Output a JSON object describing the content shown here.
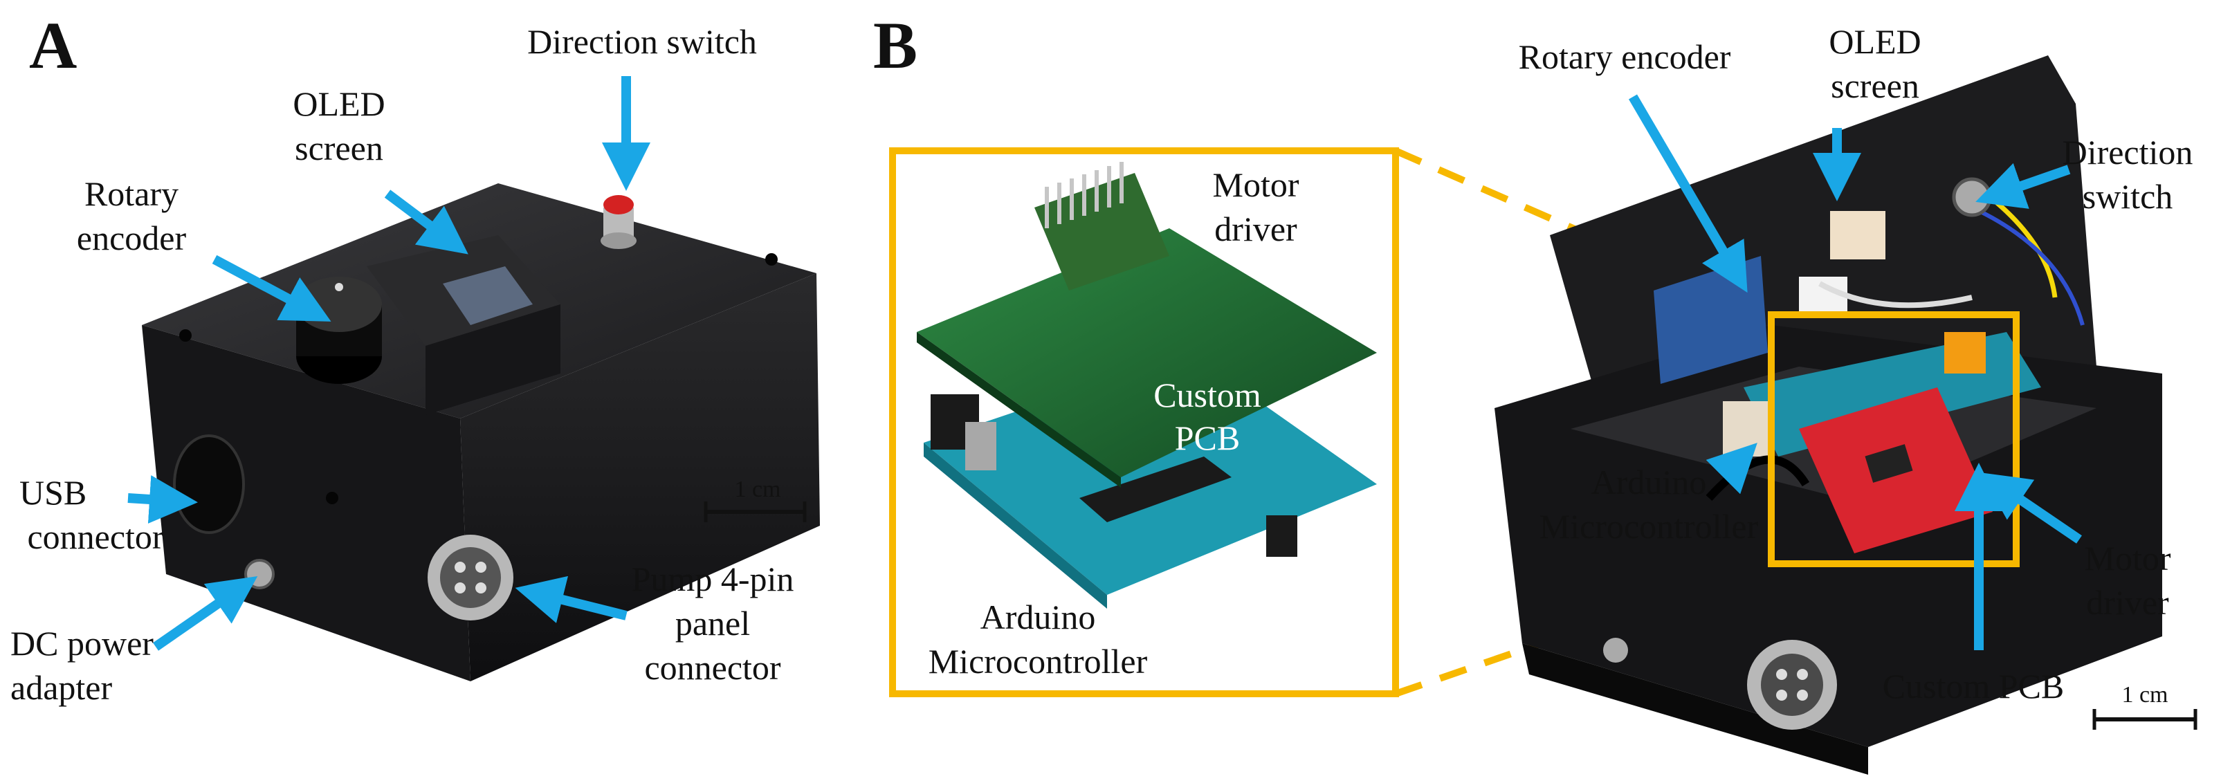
{
  "panels": {
    "a": "A",
    "b": "B"
  },
  "panel_a": {
    "labels": {
      "direction_switch": "Direction  switch",
      "oled_screen": [
        "OLED",
        "screen"
      ],
      "rotary_encoder": [
        "Rotary",
        "encoder"
      ],
      "usb_connector": [
        "USB",
        "connector"
      ],
      "dc_power": [
        "DC power",
        "adapter"
      ],
      "pump_connector": [
        "Pump 4-pin",
        "panel",
        "connector"
      ]
    },
    "scale": "1 cm"
  },
  "panel_b": {
    "inset": {
      "motor_driver": [
        "Motor",
        "driver"
      ],
      "custom_pcb": [
        "Custom",
        "PCB"
      ],
      "arduino": [
        "Arduino",
        "Microcontroller"
      ]
    },
    "labels": {
      "rotary_encoder": "Rotary encoder",
      "oled_screen": [
        "OLED",
        "screen"
      ],
      "direction_switch": [
        "Direction",
        "switch"
      ],
      "arduino": [
        "Arduino",
        "Microcontroller"
      ],
      "motor_driver": [
        "Motor",
        "driver"
      ],
      "custom_pcb": "Custom PCB"
    },
    "scale": "1 cm"
  },
  "colors": {
    "arrow": "#1aa7e6",
    "highlight": "#f7b800",
    "enclosure": "#1c1c1e",
    "pcb_green": "#1f6b33",
    "arduino_blue": "#1d9bb0",
    "driver_red": "#d9252f"
  }
}
